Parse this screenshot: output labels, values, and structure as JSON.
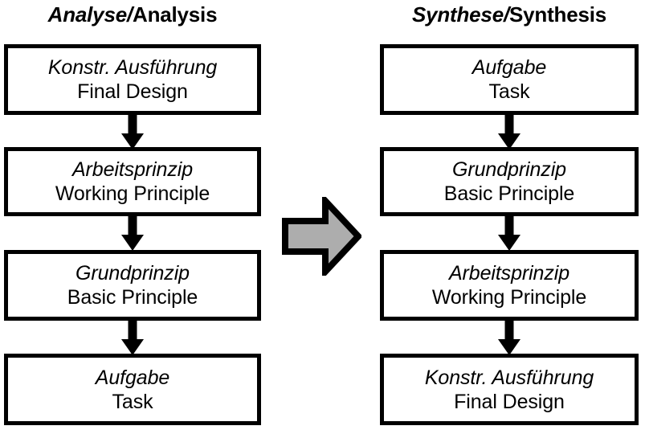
{
  "diagram": {
    "title_left": "Analyse/Analysis",
    "title_right": "Synthese/Synthesis",
    "separator": "/",
    "accent_color": "#000000",
    "arrow_fill_color": "#ADADAD",
    "arrow_stroke_color": "#000000",
    "background_color": "#FFFFFF"
  },
  "columns": [
    {
      "id": "analysis",
      "header_de": "Analyse",
      "header_en": "Analysis",
      "steps": [
        {
          "de": "Konstr. Ausführung",
          "en": "Final Design"
        },
        {
          "de": "Arbeitsprinzip",
          "en": "Working Principle"
        },
        {
          "de": "Grundprinzip",
          "en": "Basic Principle"
        },
        {
          "de": "Aufgabe",
          "en": "Task"
        }
      ]
    },
    {
      "id": "synthesis",
      "header_de": "Synthese",
      "header_en": "Synthesis",
      "steps": [
        {
          "de": "Aufgabe",
          "en": "Task"
        },
        {
          "de": "Grundprinzip",
          "en": "Basic Principle"
        },
        {
          "de": "Arbeitsprinzip",
          "en": "Working Principle"
        },
        {
          "de": "Konstr. Ausführung",
          "en": "Final Design"
        }
      ]
    }
  ]
}
